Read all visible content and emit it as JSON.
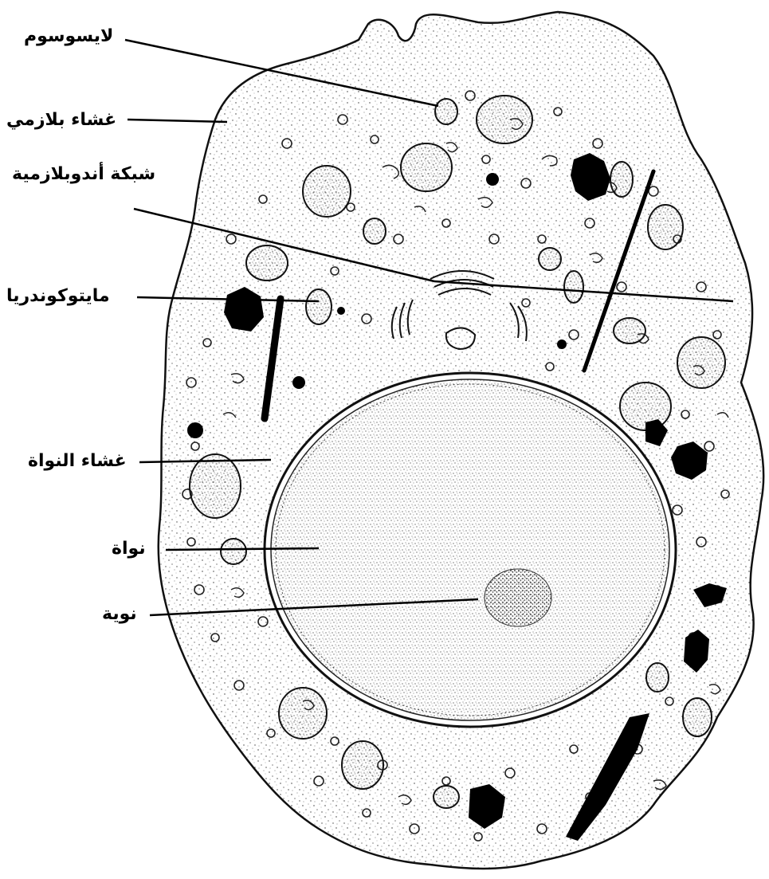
{
  "labels": {
    "lysosome": "لايسوسوم",
    "plasma_membrane": "غشاء بلازمي",
    "endoplasmic_reticulum": "شبكة أندوبلازمية",
    "mitochondria": "مايتوكوندريا",
    "nuclear_membrane": "غشاء النواة",
    "nucleus": "نواة",
    "nucleolus": "نوية"
  }
}
